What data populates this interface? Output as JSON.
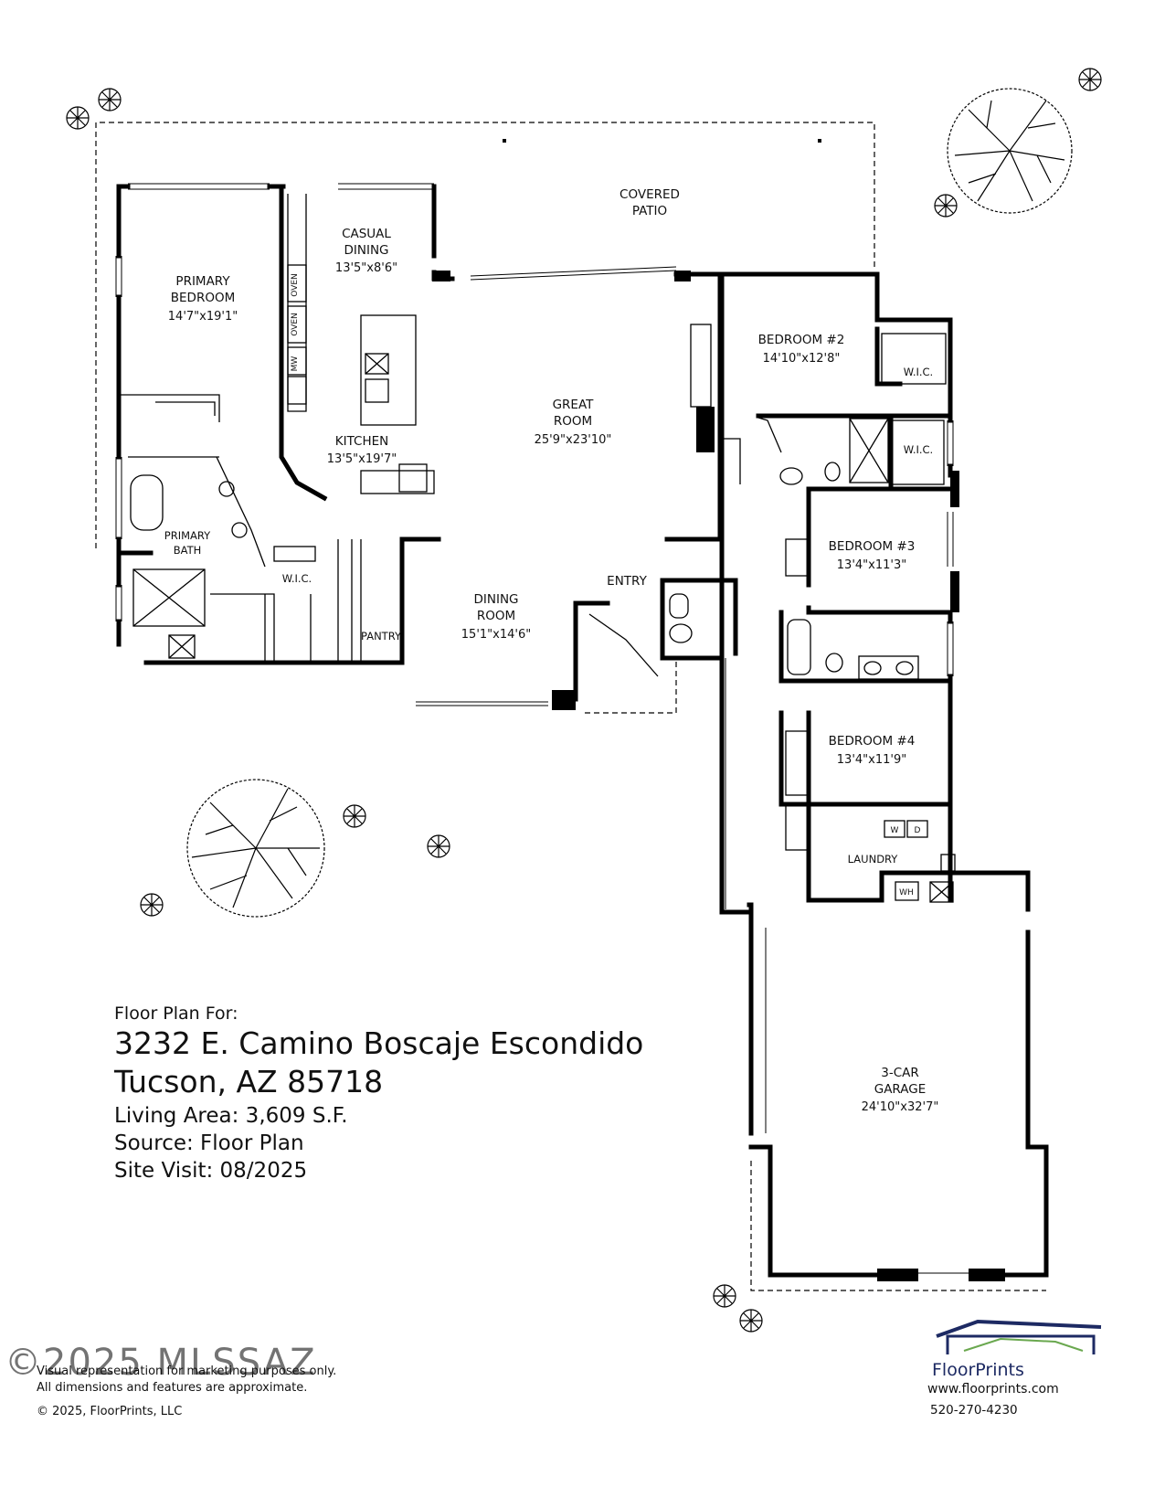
{
  "rooms": {
    "covered_patio": {
      "name_1": "COVERED",
      "name_2": "PATIO"
    },
    "casual_dining": {
      "name_1": "CASUAL",
      "name_2": "DINING",
      "dim": "13'5\"x8'6\""
    },
    "primary_bedroom": {
      "name_1": "PRIMARY",
      "name_2": "BEDROOM",
      "dim": "14'7\"x19'1\""
    },
    "great_room": {
      "name_1": "GREAT",
      "name_2": "ROOM",
      "dim": "25'9\"x23'10\""
    },
    "kitchen": {
      "name": "KITCHEN",
      "dim": "13'5\"x19'7\""
    },
    "bedroom_2": {
      "name": "BEDROOM #2",
      "dim": "14'10\"x12'8\""
    },
    "wic_bed2": {
      "name": "W.I.C."
    },
    "wic_hall": {
      "name": "W.I.C."
    },
    "bedroom_3": {
      "name": "BEDROOM #3",
      "dim": "13'4\"x11'3\""
    },
    "primary_bath": {
      "name_1": "PRIMARY",
      "name_2": "BATH"
    },
    "wic_primary": {
      "name": "W.I.C."
    },
    "pantry": {
      "name": "PANTRY"
    },
    "dining_room": {
      "name_1": "DINING",
      "name_2": "ROOM",
      "dim": "15'1\"x14'6\""
    },
    "entry": {
      "name": "ENTRY"
    },
    "bedroom_4": {
      "name": "BEDROOM #4",
      "dim": "13'4\"x11'9\""
    },
    "laundry": {
      "name": "LAUNDRY"
    },
    "garage": {
      "name_1": "3-CAR",
      "name_2": "GARAGE",
      "dim": "24'10\"x32'7\""
    }
  },
  "appliances": {
    "oven_1": "OVEN",
    "oven_2": "OVEN",
    "microwave": "MW",
    "washer": "W",
    "dryer": "D",
    "water_heater": "WH"
  },
  "info": {
    "heading": "Floor Plan For:",
    "address_line1": "3232 E. Camino Boscaje Escondido",
    "address_line2": "Tucson, AZ  85718",
    "living_area": "Living Area:  3,609 S.F.",
    "source": "Source:  Floor Plan",
    "site_visit": "Site Visit:  08/2025"
  },
  "footer": {
    "disclaimer_1": "Visual representation for marketing purposes only.",
    "disclaimer_2": "All dimensions and features are approximate.",
    "copyright": "© 2025, FloorPrints, LLC",
    "watermark": "©2025 MLSSAZ"
  },
  "brand": {
    "name": "FloorPrints",
    "url": "www.floorprints.com",
    "phone": "520-270-4230",
    "color": "#1d2a63"
  }
}
